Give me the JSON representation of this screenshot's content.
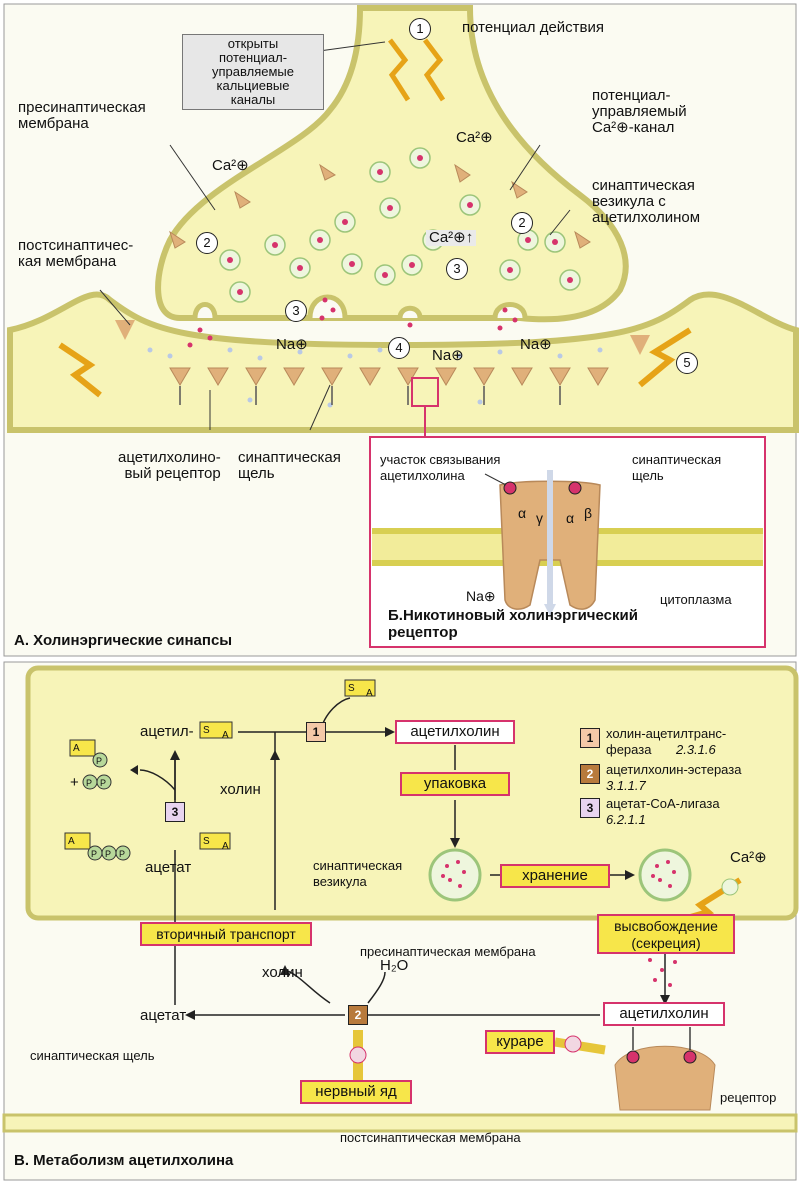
{
  "panelA": {
    "title": "А. Холинэргические синапсы",
    "callout_open_channels": "открыты\nпотенциал-\nуправляемые\nкальциевые\nканалы",
    "action_potential": "потенциал действия",
    "presynaptic_membrane": "пресинаптическая\nмембрана",
    "voltage_gated_channel": "потенциал-\nуправляемый\nCa²⊕-канал",
    "vesicle_label": "синаптическая\nвезикула с\nацетилхолином",
    "postsynaptic_membrane": "постсинаптичес-\nкая мембрана",
    "ca_label": "Ca²⊕",
    "ca_up": "Ca²⊕↑",
    "na_label": "Na⊕",
    "ach_receptor": "ацетилхолино-\nвый рецептор",
    "synaptic_cleft": "синаптическая\nщель",
    "steps": [
      "1",
      "2",
      "3",
      "4",
      "5"
    ]
  },
  "panelB": {
    "title": "Б.Никотиновый холинэргический\nрецептор",
    "binding_site": "участок связывания\nацетилхолина",
    "synaptic_cleft": "синаптическая\nщель",
    "cytoplasm": "цитоплазма",
    "na_label": "Na⊕",
    "subunits": [
      "α",
      "γ",
      "α",
      "β"
    ]
  },
  "panelC": {
    "title": "В. Метаболизм ацетилхолина",
    "acetyl": "ацетил-",
    "choline": "холин",
    "acetylcholine": "ацетилхолин",
    "packaging": "упаковка",
    "synaptic_vesicle": "синаптическая\nвезикула",
    "storage": "хранение",
    "release": "высвобождение\n(секреция)",
    "presynaptic_membrane": "пресинаптическая мембрана",
    "secondary_transport": "вторичный транспорт",
    "acetate": "ацетат",
    "water": "H₂O",
    "synaptic_cleft": "синаптическая щель",
    "curare": "курарe",
    "nerve_poison": "нервный яд",
    "receptor": "рецептор",
    "postsynaptic_membrane": "постсинаптическая мембрана",
    "ca_label": "Ca²⊕",
    "plus": "+",
    "enzymes": [
      {
        "num": "1",
        "name": "холин-ацетилтранс-\nфераза",
        "ec": "2.3.1.6"
      },
      {
        "num": "2",
        "name": "ацетилхолин-эстераза",
        "ec": "3.1.1.7"
      },
      {
        "num": "3",
        "name": "ацетат-СоА-лигаза",
        "ec": "6.2.1.1"
      }
    ],
    "coa_s": "S",
    "coa_a": "A",
    "p": "P"
  },
  "colors": {
    "cytoplasm": "#f7f4b8",
    "membrane": "#e8e27a",
    "accent": "#d6336c",
    "yellow_box": "#f7e64a",
    "receptor": "#e0b07a"
  }
}
